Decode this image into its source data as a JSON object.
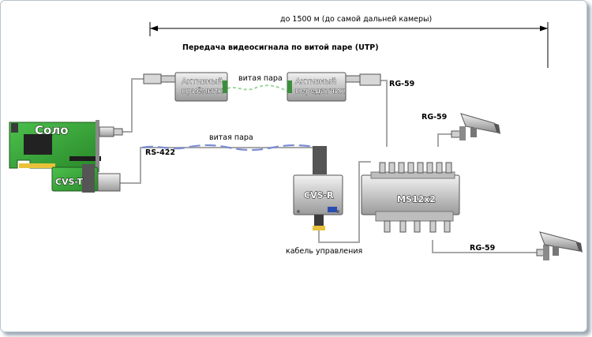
{
  "distance_label": "до  1500 м (до самой дальней камеры)",
  "transmission_title": "Передача видеосигнала по витой паре (UTP)",
  "twisted_pair_label": "витая пара",
  "active_receiver": [
    "Активный",
    "приёмник"
  ],
  "active_transmitter": [
    "Активный",
    "передатчик"
  ],
  "rg59_label": "RG-59",
  "rs422_label": "RS-422",
  "card_name": "Соло",
  "cvs_t": "CVS-T",
  "cvs_r": "CVS-R",
  "multiplexer": "MS12x2",
  "control_cable_label": "кабель управления",
  "colors": {
    "pcb": "#3aa83a",
    "device_gray": "#d2d2d2",
    "cable": "#a8a8a8",
    "twisted": "#7c8ed0"
  }
}
